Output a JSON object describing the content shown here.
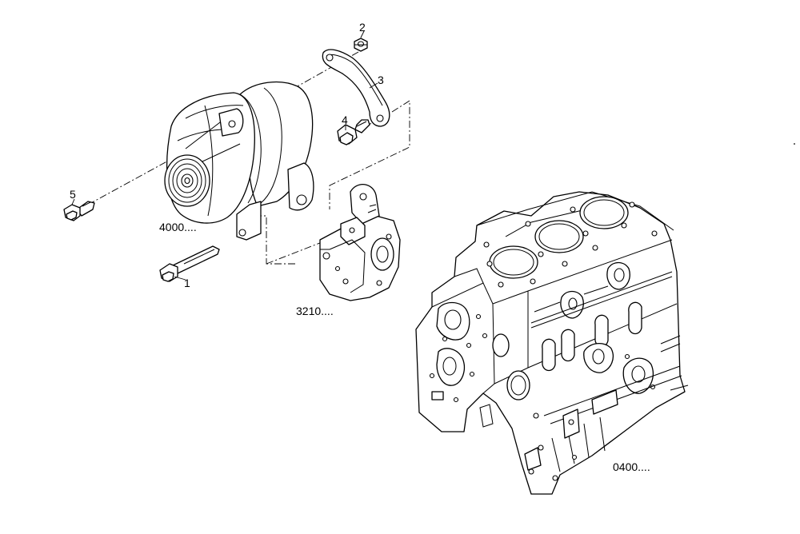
{
  "callouts": {
    "c1": "1",
    "c2": "2",
    "c3": "3",
    "c4": "4",
    "c5": "5"
  },
  "references": {
    "alternator": "4000....",
    "bracket": "3210....",
    "engine_block": "0400...."
  },
  "colors": {
    "line": "#000000",
    "background": "#ffffff"
  }
}
